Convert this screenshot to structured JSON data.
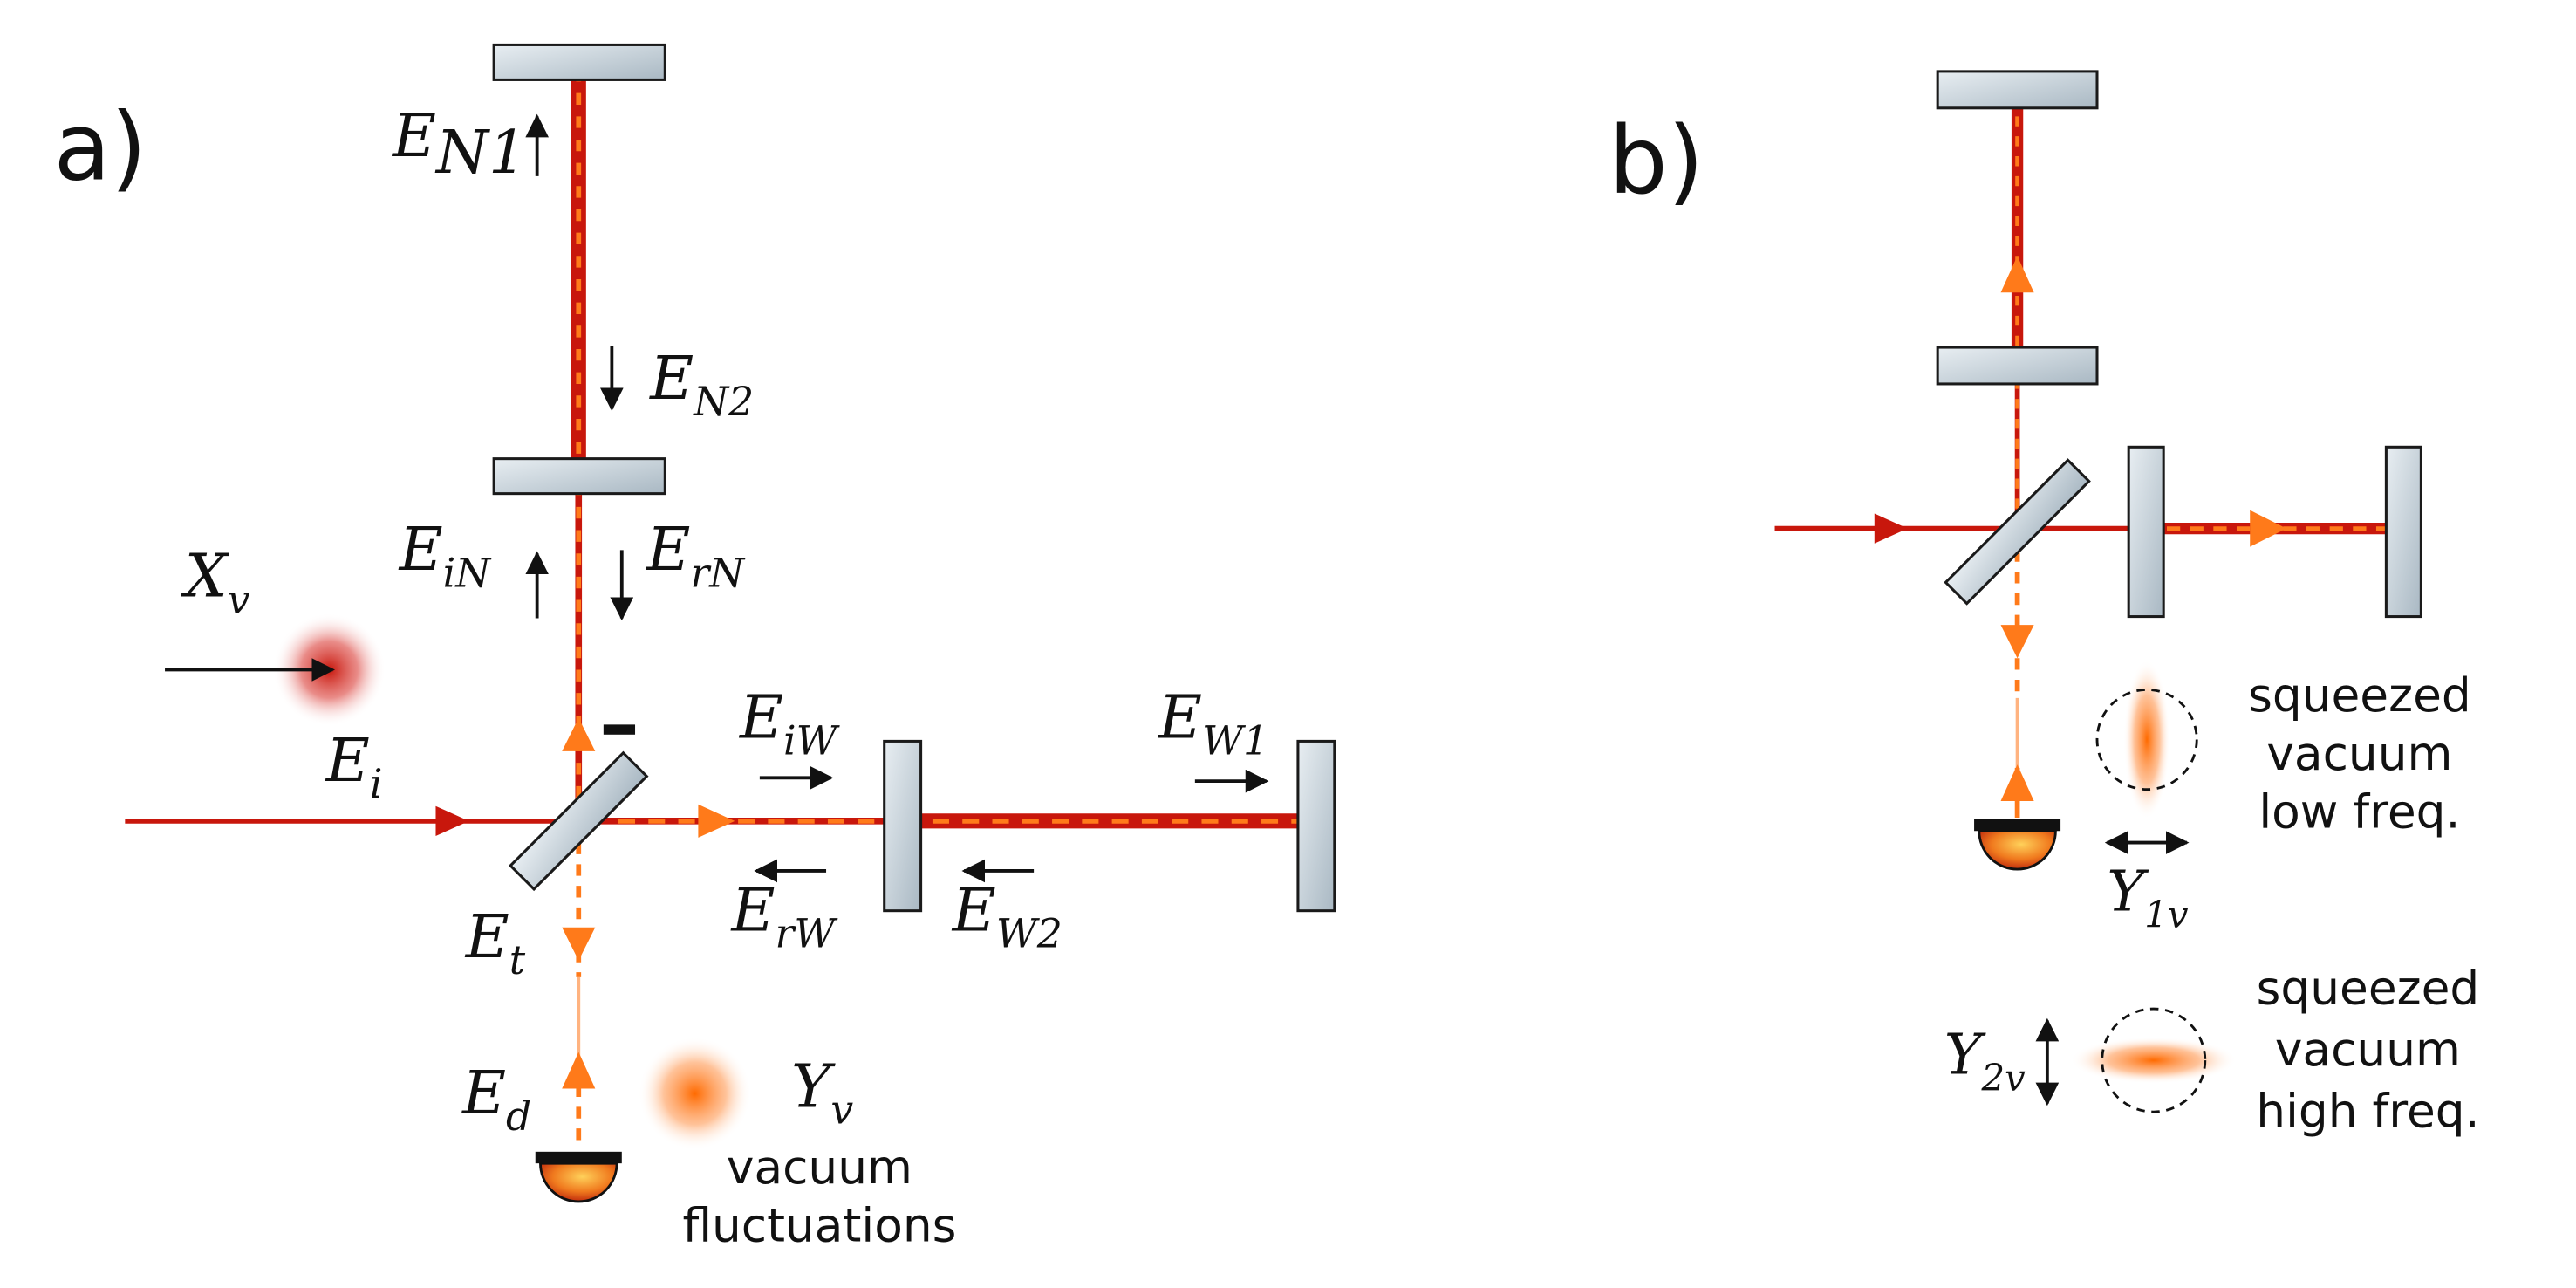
{
  "panels": {
    "a": {
      "label": "a)"
    },
    "b": {
      "label": "b)"
    }
  },
  "fields_a": {
    "en1": {
      "base": "E",
      "sub": "N1"
    },
    "en2": {
      "base": "E",
      "sub": "N2"
    },
    "ein": {
      "base": "E",
      "sub": "iN"
    },
    "ern": {
      "base": "E",
      "sub": "rN"
    },
    "xv": {
      "base": "X",
      "sub": "v"
    },
    "ei": {
      "base": "E",
      "sub": "i"
    },
    "eiw": {
      "base": "E",
      "sub": "iW"
    },
    "erw": {
      "base": "E",
      "sub": "rW"
    },
    "ew1": {
      "base": "E",
      "sub": "W1"
    },
    "ew2": {
      "base": "E",
      "sub": "W2"
    },
    "et": {
      "base": "E",
      "sub": "t"
    },
    "ed": {
      "base": "E",
      "sub": "d"
    },
    "yv": {
      "base": "Y",
      "sub": "v"
    }
  },
  "vacuum_a": {
    "line1": "vacuum",
    "line2": "fluctuations"
  },
  "panel_b": {
    "low": {
      "line1": "squeezed",
      "line2": "vacuum",
      "line3": "low freq."
    },
    "high": {
      "line1": "squeezed",
      "line2": "vacuum",
      "line3": "high freq."
    },
    "y1v": {
      "base": "Y",
      "sub": "1v"
    },
    "y2v": {
      "base": "Y",
      "sub": "2v"
    }
  },
  "colors": {
    "laser": "#c8170c",
    "vacuum": "#ff7a1a",
    "mirror_fill": "#c9d4dc",
    "mirror_stroke": "#1a1a1a"
  }
}
